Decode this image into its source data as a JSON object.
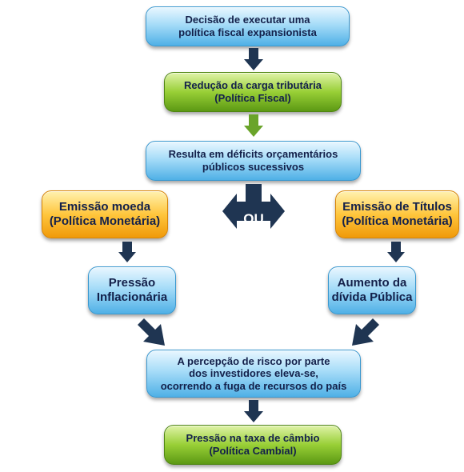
{
  "boxes": {
    "decision": "Decisão de executar uma\npolítica fiscal expansionista",
    "tax_reduction": "Redução da carga tributária\n(Política Fiscal)",
    "deficits": "Resulta em déficits orçamentários\npúblicos sucessivos",
    "money_emission": "Emissão moeda\n(Política Monetária)",
    "bond_emission": "Emissão de Títulos\n(Política Monetária)",
    "inflation": "Pressão\nInflacionária",
    "public_debt": "Aumento da\ndívida Pública",
    "risk_perception": "A percepção de risco por parte\ndos investidores eleva-se,\nocorrendo a fuga de recursos do país",
    "exchange_pressure": "Pressão na taxa de câmbio\n(Política Cambial)"
  },
  "connector": {
    "or_label": "OU"
  },
  "colors": {
    "arrow_dark": "#1f3552",
    "arrow_green": "#6aa42a",
    "box_blue": "#4fb0e6",
    "box_green": "#7ab827",
    "box_orange": "#ffbd2e"
  }
}
